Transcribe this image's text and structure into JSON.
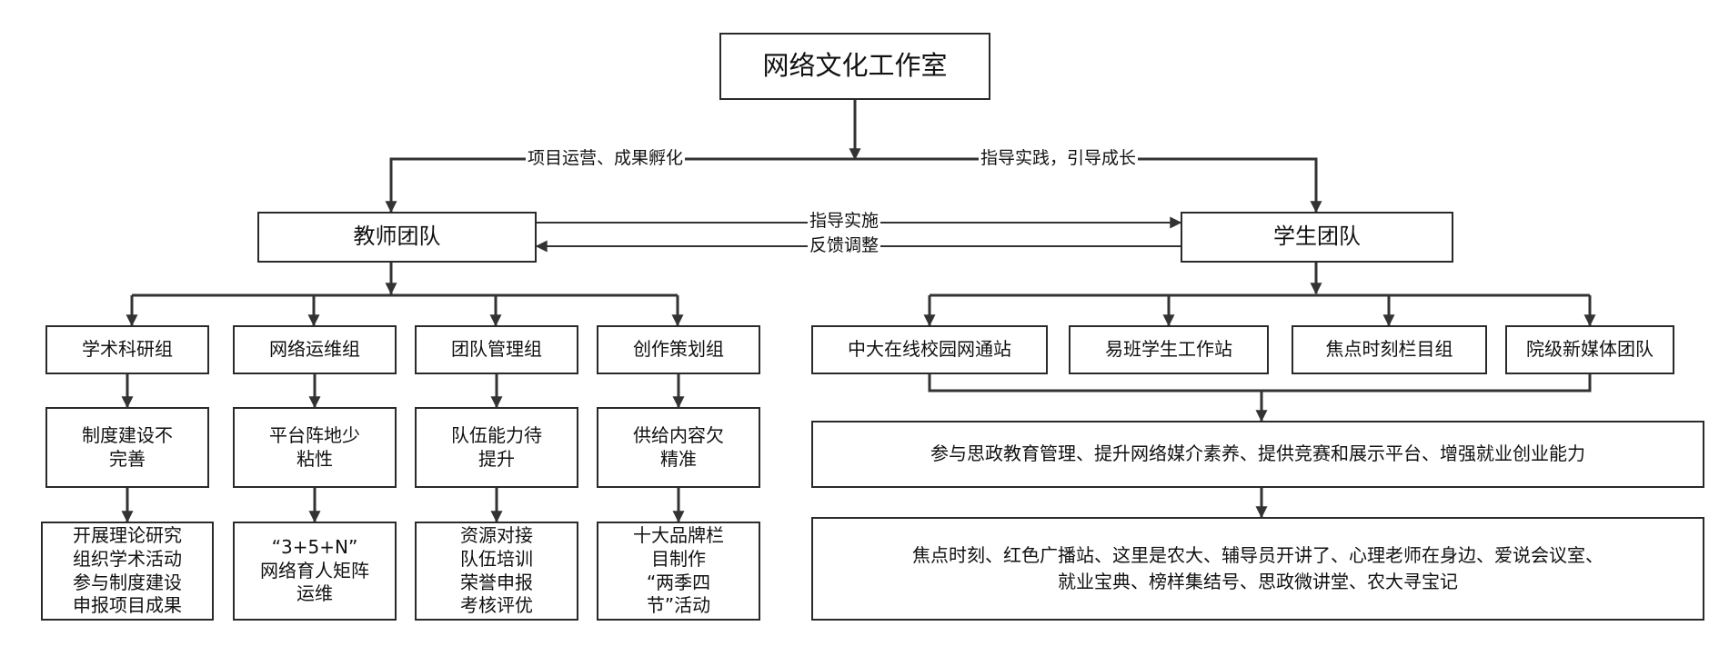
{
  "root": {
    "label": "网络文化工作室"
  },
  "edge_labels": {
    "left_branch": "项目运营、成果孵化",
    "right_branch": "指导实践，引导成长",
    "guide_implement": "指导实施",
    "feedback_adjust": "反馈调整"
  },
  "teacher_team": {
    "label": "教师团队",
    "groups": [
      {
        "name": "学术科研组",
        "problem": "制度建设不\n完善",
        "measures": "开展理论研究\n组织学术活动\n参与制度建设\n申报项目成果"
      },
      {
        "name": "网络运维组",
        "problem": "平台阵地少\n粘性",
        "measures": "“3+5+N”\n网络育人矩阵\n运维"
      },
      {
        "name": "团队管理组",
        "problem": "队伍能力待\n提升",
        "measures": "资源对接\n队伍培训\n荣誉申报\n考核评优"
      },
      {
        "name": "创作策划组",
        "problem": "供给内容欠\n精准",
        "measures": "十大品牌栏\n目制作\n“两季四\n节”活动"
      }
    ]
  },
  "student_team": {
    "label": "学生团队",
    "groups": [
      "中大在线校园网通站",
      "易班学生工作站",
      "焦点时刻栏目组",
      "院级新媒体团队"
    ],
    "goal": "参与思政教育管理、提升网络媒介素养、提供竞赛和展示平台、增强就业创业能力",
    "projects": "焦点时刻、红色广播站、这里是农大、辅导员开讲了、心理老师在身边、爱说会议室、\n就业宝典、榜样集结号、思政微讲堂、农大寻宝记"
  },
  "colors": {
    "line": "#333333",
    "box_border": "#2a2a2a"
  }
}
